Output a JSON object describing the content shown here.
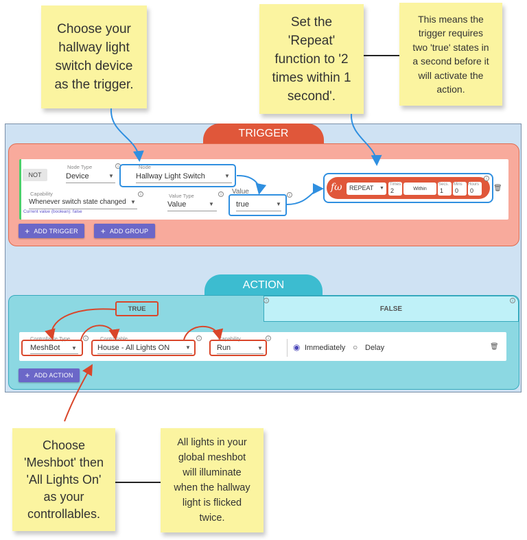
{
  "notes": {
    "choose_device": "Choose your\nhallway light\nswitch device\nas the trigger.",
    "repeat": "Set the\n'Repeat'\nfunction to '2\ntimes within 1\nsecond'.",
    "meaning": "This means the\ntrigger requires\ntwo 'true' states in\na second before it\nwill activate the\naction.",
    "meshbot": "Choose\n'Meshbot' then\n'All Lights On'\nas your\ncontrollables.",
    "all_lights": "All lights in your\nglobal meshbot\nwill illuminate\nwhen the hallway\nlight is flicked\ntwice."
  },
  "trigger": {
    "header": "TRIGGER",
    "not_label": "NOT",
    "node_type_label": "Node Type",
    "node_type_value": "Device",
    "node_label": "Node",
    "node_value": "Hallway Light Switch",
    "capability_label": "Capability",
    "capability_value": "Whenever switch state changed",
    "current_value": "Current value (boolean): false",
    "value_type_label": "Value Type",
    "value_type_value": "Value",
    "value_label": "Value",
    "value_value": "true",
    "fn_icon": "fω",
    "repeat_value": "REPEAT",
    "times_label": "Times",
    "times_value": "2",
    "within_label": "Within",
    "secs_label": "Secs.",
    "secs_value": "1",
    "mins_label": "Mins",
    "mins_value": "0",
    "hours_label": "Hours",
    "hours_value": "0",
    "add_trigger": "ADD TRIGGER",
    "add_group": "ADD GROUP",
    "plus": "+"
  },
  "action": {
    "header": "ACTION",
    "tab_true": "TRUE",
    "tab_false": "FALSE",
    "controllable_type_label": "Controllable Type",
    "controllable_type_value": "MeshBot",
    "controllable_label": "Controllable",
    "controllable_value": "House - All Lights ON",
    "capability_label": "Capability",
    "capability_value": "Run",
    "immediately": "Immediately",
    "delay": "Delay",
    "add_action": "ADD ACTION",
    "plus": "+"
  },
  "colors": {
    "trigger_accent": "#e0573a",
    "action_accent": "#3cbcd0",
    "highlight_blue": "#2f8fe0",
    "highlight_red": "#d9462a",
    "button": "#6b67c8"
  },
  "icons": {
    "info": "i",
    "caret": "▼",
    "trash": "🗑",
    "radio_on": "◉",
    "radio_off": "○"
  }
}
